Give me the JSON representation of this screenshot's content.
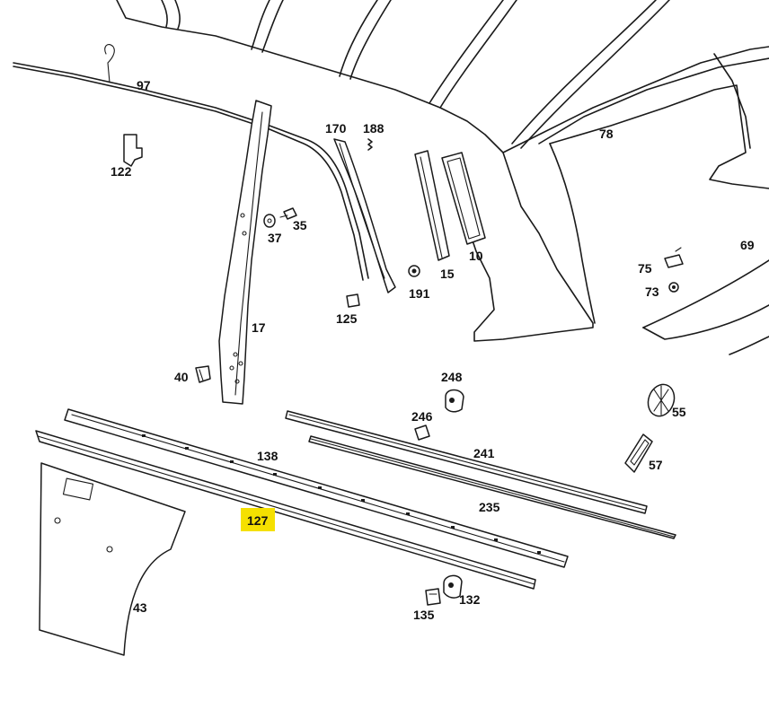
{
  "diagram": {
    "part_numbers": {
      "p97": "97",
      "p122": "122",
      "p170": "170",
      "p188": "188",
      "p78": "78",
      "p37": "37",
      "p35": "35",
      "p15": "15",
      "p10": "10",
      "p69": "69",
      "p75": "75",
      "p73": "73",
      "p191": "191",
      "p125": "125",
      "p17": "17",
      "p40": "40",
      "p248": "248",
      "p246": "246",
      "p55": "55",
      "p241": "241",
      "p57": "57",
      "p138": "138",
      "p235": "235",
      "p127": "127",
      "p43": "43",
      "p132": "132",
      "p135": "135"
    },
    "highlighted_part": "127",
    "highlight_color": "#f5e000"
  }
}
